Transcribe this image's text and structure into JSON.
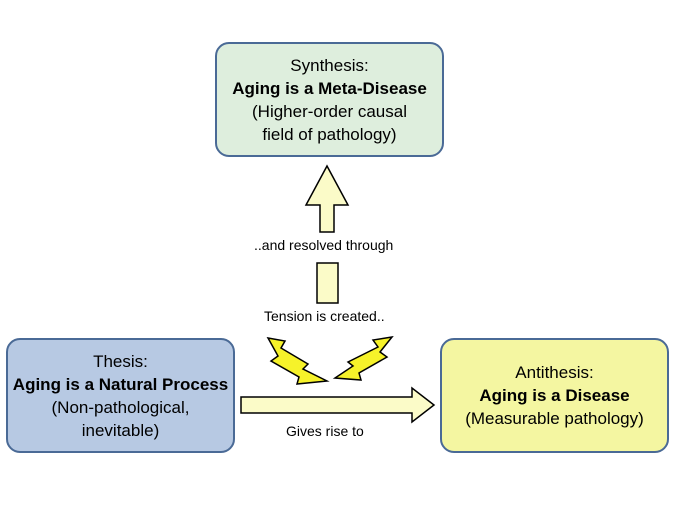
{
  "synthesis": {
    "heading": "Synthesis:",
    "title": "Aging is a Meta-Disease",
    "line1": "(Higher-order causal",
    "line2": "field of pathology)"
  },
  "thesis": {
    "heading": "Thesis:",
    "title": "Aging is a Natural Process",
    "line1": "(Non-pathological,",
    "line2": "inevitable)"
  },
  "antithesis": {
    "heading": "Antithesis:",
    "title": "Aging is a Disease",
    "line1": "(Measurable pathology)"
  },
  "labels": {
    "resolved": "..and resolved through",
    "tension": "Tension is created..",
    "gives_rise": "Gives rise to"
  },
  "colors": {
    "synthesis_fill": "#deeedd",
    "thesis_fill": "#b7c9e3",
    "antithesis_fill": "#f4f6a1",
    "arrow_fill": "#fbfbc8",
    "lightning_fill": "#f6f22a",
    "border": "#4a6a96"
  }
}
